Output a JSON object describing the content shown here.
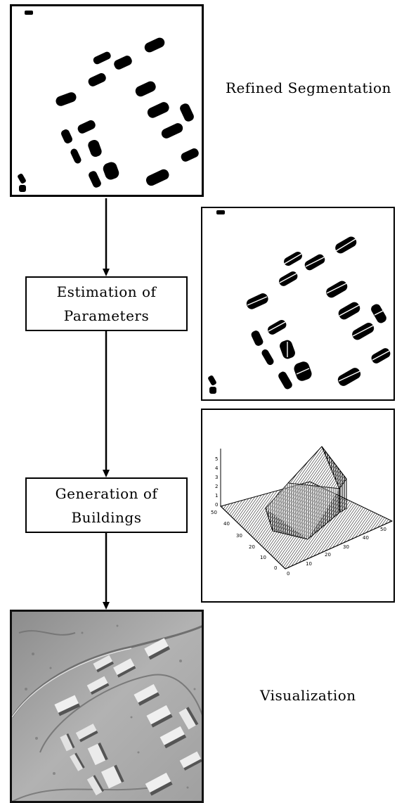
{
  "labels": {
    "refined_segmentation": "Refined Segmentation",
    "visualization": "Visualization"
  },
  "steps": [
    {
      "line1": "Estimation of",
      "line2": "Parameters"
    },
    {
      "line1": "Generation of",
      "line2": "Buildings"
    }
  ],
  "plot3d": {
    "z_ticks": [
      "5",
      "4",
      "3",
      "2",
      "1",
      "0"
    ],
    "left_axis_ticks": [
      "50",
      "40",
      "30",
      "20",
      "10",
      "0"
    ],
    "right_axis_ticks": [
      "0",
      "10",
      "20",
      "30",
      "40",
      "50"
    ]
  }
}
